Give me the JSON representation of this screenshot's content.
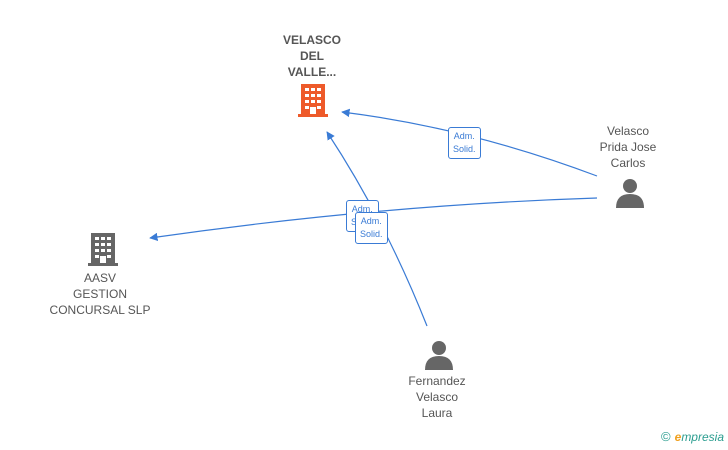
{
  "colors": {
    "edge": "#3a7bd5",
    "company_main": "#ee5a2a",
    "company": "#666666",
    "person": "#666666"
  },
  "nodes": {
    "velasco_del_valle": {
      "label": "VELASCO\nDEL\nVALLE...",
      "icon": "building-icon"
    },
    "aasv": {
      "label": "AASV\nGESTION\nCONCURSAL SLP",
      "icon": "building-icon"
    },
    "velasco_prida": {
      "label": "Velasco\nPrida Jose\nCarlos",
      "icon": "person-icon"
    },
    "fernandez": {
      "label": "Fernandez\nVelasco\nLaura",
      "icon": "person-icon"
    }
  },
  "edges": [
    {
      "id": "e1",
      "label": "Adm.\nSolid."
    },
    {
      "id": "e2",
      "label": "Adm.\nSolid."
    },
    {
      "id": "e3",
      "label": "Adm.\nSolid."
    }
  ],
  "footer": {
    "copyright": "©",
    "brand_initial": "e",
    "brand_rest": "mpresia"
  }
}
